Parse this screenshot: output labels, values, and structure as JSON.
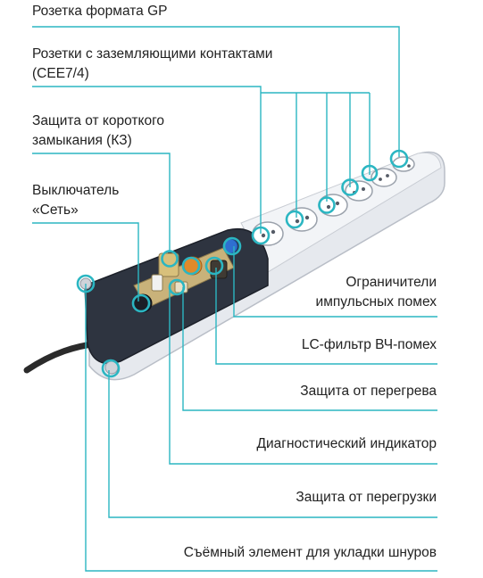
{
  "labels": {
    "gp_socket": "Розетка формата GP",
    "grounded_sockets_line1": "Розетки с заземляющими контактами",
    "grounded_sockets_line2": "(CEE7/4)",
    "short_circuit_line1": "Защита от короткого",
    "short_circuit_line2": "замыкания (КЗ)",
    "switch_line1": "Выключатель",
    "switch_line2": "«Сеть»",
    "surge_limiters_line1": "Ограничители",
    "surge_limiters_line2": "импульсных помех",
    "lc_filter": "LC-фильтр ВЧ-помех",
    "overheat": "Защита от перегрева",
    "diag_indicator": "Диагностический индикатор",
    "overload": "Защита от перегрузки",
    "cord_element": "Съёмный элемент для укладки шнуров"
  },
  "colors": {
    "leader_line": "#2bb6c2",
    "strip_body": "#e6e9ee",
    "strip_dark": "#2e3440",
    "text": "#222222",
    "pcb": "#c9b27a",
    "orange_part": "#e08a2a",
    "blue_part": "#2f6fd1"
  }
}
